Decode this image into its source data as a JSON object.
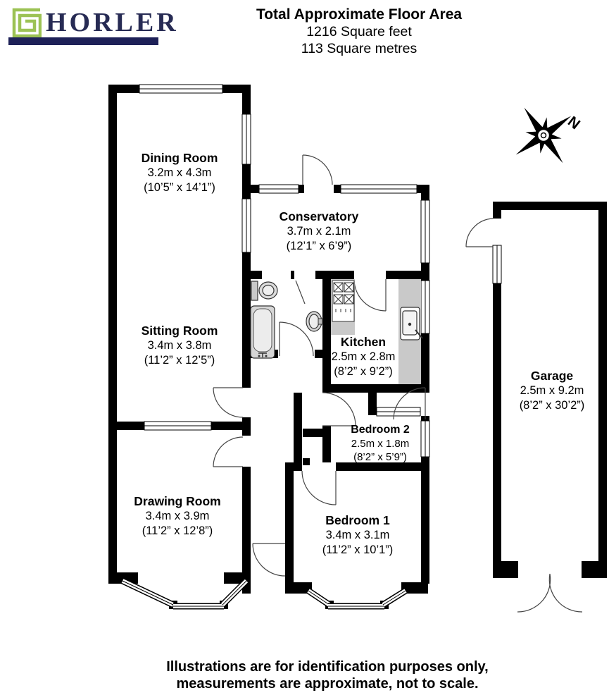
{
  "brand": {
    "name": "HORLER",
    "logo_green": "#9cc254",
    "navy": "#1e2158",
    "text_color": "#272b54"
  },
  "title": {
    "line1": "Total Approximate Floor Area",
    "line2": "1216 Square feet",
    "line3": "113 Square metres"
  },
  "compass": {
    "north_label": "N"
  },
  "rooms": {
    "dining": {
      "name": "Dining Room",
      "metric": "3.2m x 4.3m",
      "imperial": "(10’5” x 14’1”)"
    },
    "conservatory": {
      "name": "Conservatory",
      "metric": "3.7m x 2.1m",
      "imperial": "(12’1” x 6’9”)"
    },
    "sitting": {
      "name": "Sitting Room",
      "metric": "3.4m x 3.8m",
      "imperial": "(11’2” x 12’5”)"
    },
    "kitchen": {
      "name": "Kitchen",
      "metric": "2.5m x 2.8m",
      "imperial": "(8’2” x 9’2”)"
    },
    "bedroom2": {
      "name": "Bedroom 2",
      "metric": "2.5m x 1.8m",
      "imperial": "(8’2” x 5’9”)"
    },
    "drawing": {
      "name": "Drawing Room",
      "metric": "3.4m x 3.9m",
      "imperial": "(11’2” x 12’8”)"
    },
    "bedroom1": {
      "name": "Bedroom 1",
      "metric": "3.4m x 3.1m",
      "imperial": "(11’2” x 10’1”)"
    },
    "garage": {
      "name": "Garage",
      "metric": "2.5m x 9.2m",
      "imperial": "(8’2” x 30’2”)"
    }
  },
  "footer": {
    "line1": "Illustrations are for identification purposes only,",
    "line2": "measurements are approximate, not to scale."
  }
}
